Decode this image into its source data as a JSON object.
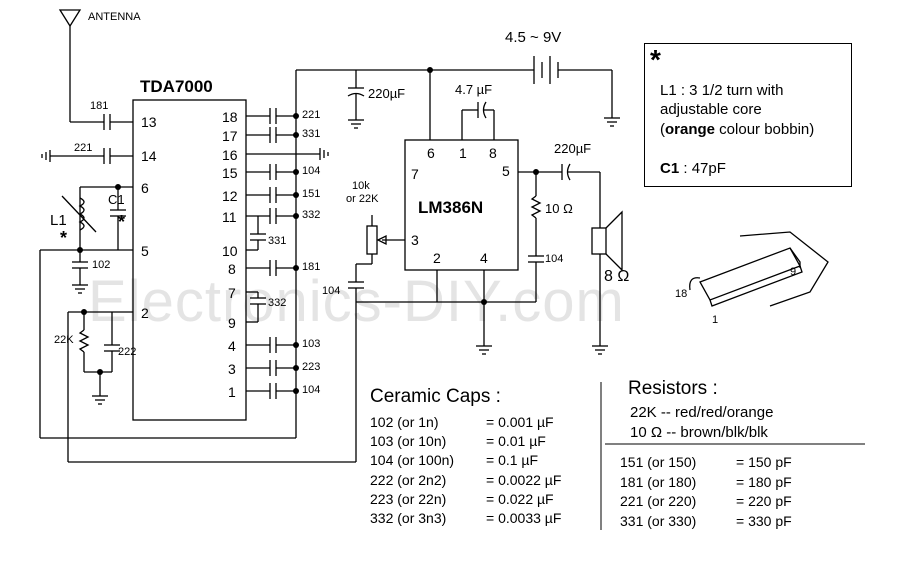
{
  "watermark": "Electronics-DIY.com",
  "antenna_label": "ANTENNA",
  "supply_label": "4.5 ~ 9V",
  "chips": {
    "tda": "TDA7000",
    "lm386": "LM386N"
  },
  "tda_pins": {
    "p13": "13",
    "p14": "14",
    "p6": "6",
    "p5": "5",
    "p2": "2",
    "p18": "18",
    "p17": "17",
    "p16": "16",
    "p15": "15",
    "p12": "12",
    "p11": "11",
    "p10": "10",
    "p8": "8",
    "p7": "7",
    "p9": "9",
    "p4": "4",
    "p3": "3",
    "p1": "1"
  },
  "lm_pins": {
    "p6": "6",
    "p1": "1",
    "p8": "8",
    "p7": "7",
    "p5": "5",
    "p3": "3",
    "p2": "2",
    "p4": "4"
  },
  "caps": {
    "c181_left": "181",
    "c221_left": "221",
    "c1": "C1",
    "c102": "102",
    "c222": "222",
    "r22k": "22K",
    "l1": "L1",
    "r18": "221",
    "r17": "331",
    "r15": "104",
    "r12": "151",
    "r11": "332",
    "r10": "331",
    "r8": "181",
    "r79": "332",
    "r4": "103",
    "r3": "223",
    "r1": "104",
    "c220_top": "220µF",
    "c47": "4.7 µF",
    "c220_out": "220µF",
    "r10ohm": "10 Ω",
    "c104_out": "104",
    "c104_in": "104",
    "pot": "10k\nor 22K",
    "pot_line1": "10k",
    "pot_line2": "or 22K",
    "speaker": "8 Ω",
    "star": "*"
  },
  "notes": {
    "star": "*",
    "l1_line1": "L1 : 3 1/2 turn with",
    "l1_line2": "adjustable core",
    "l1_line3_open": "(",
    "l1_line3_bold": "orange",
    "l1_line3_rest": " colour bobbin)",
    "c1_name": "C1",
    "c1_value": " : 47pF"
  },
  "ic_labels": {
    "pin18": "18",
    "pin9": "9",
    "pin1": "1"
  },
  "ceramic": {
    "heading": "Ceramic Caps :",
    "rows": [
      {
        "code": "102 (or 1n)",
        "value": "= 0.001 µF"
      },
      {
        "code": "103 (or 10n)",
        "value": "= 0.01 µF"
      },
      {
        "code": "104 (or 100n)",
        "value": "= 0.1 µF"
      },
      {
        "code": "222 (or 2n2)",
        "value": "= 0.0022 µF"
      },
      {
        "code": "223 (or 22n)",
        "value": "= 0.022 µF"
      },
      {
        "code": "332 (or 3n3)",
        "value": "= 0.0033 µF"
      }
    ]
  },
  "resistors": {
    "heading": "Resistors :",
    "rows": [
      {
        "text": "22K -- red/red/orange"
      },
      {
        "text": "10 Ω -- brown/blk/blk"
      }
    ],
    "pf_rows": [
      {
        "code": "151 (or 150)",
        "value": "= 150 pF"
      },
      {
        "code": "181 (or 180)",
        "value": "= 180 pF"
      },
      {
        "code": "221 (or 220)",
        "value": "= 220 pF"
      },
      {
        "code": "331 (or 330)",
        "value": "= 330 pF"
      }
    ]
  }
}
